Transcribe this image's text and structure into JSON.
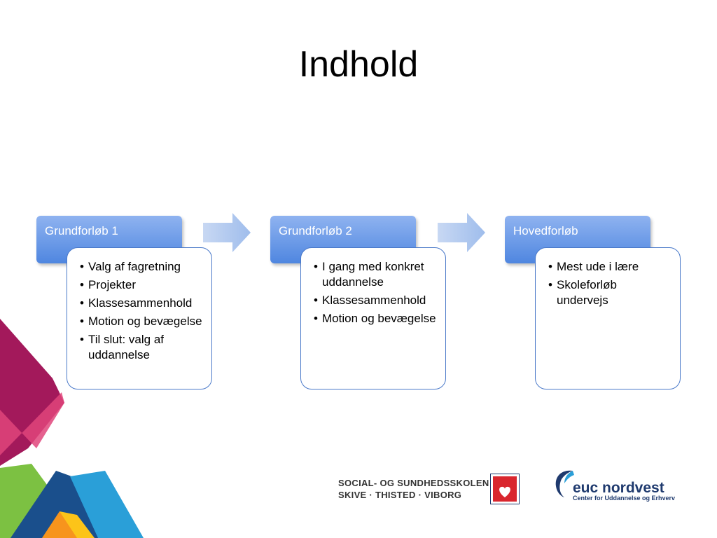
{
  "slide": {
    "title": "Indhold"
  },
  "stages": [
    {
      "header": "Grundforløb 1",
      "items": [
        "Valg af fagretning",
        "Projekter",
        "Klassesammenhold",
        "Motion og bevægelse",
        "Til slut: valg af uddannelse"
      ]
    },
    {
      "header": "Grundforløb 2",
      "items": [
        "I gang med konkret uddannelse",
        "Klassesammenhold",
        "Motion og bevægelse"
      ]
    },
    {
      "header": "Hovedforløb",
      "items": [
        "Mest ude i lære",
        "Skoleforløb undervejs"
      ]
    }
  ],
  "footer": {
    "school_line1": "SOCIAL- OG SUNDHEDSSKOLEN",
    "school_line2": "SKIVE · THISTED · VIBORG",
    "euc_name": "euc nordvest",
    "euc_tagline": "Center for Uddannelse og Erhverv"
  },
  "colors": {
    "header_top": "#8fb3f0",
    "header_bottom": "#4f86e0",
    "border": "#4a79c9",
    "arrow": "#b9cdf0"
  }
}
